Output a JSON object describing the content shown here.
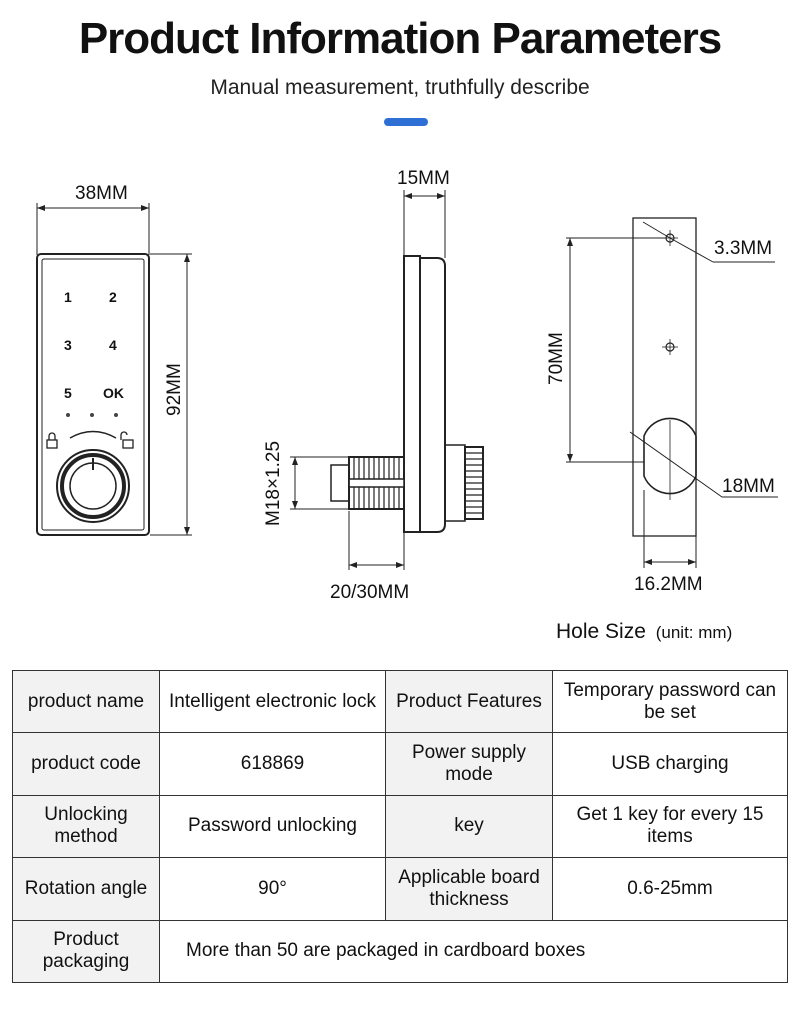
{
  "header": {
    "title": "Product Information Parameters",
    "subtitle": "Manual measurement, truthfully describe",
    "accent_color": "#2e6fd6"
  },
  "diagram": {
    "front_view": {
      "width_label": "38MM",
      "height_label": "92MM",
      "keys": [
        "1",
        "2",
        "3",
        "4",
        "5",
        "OK"
      ]
    },
    "side_view": {
      "thickness_label": "15MM",
      "thread_label": "M18×1.25",
      "cam_length_label": "20/30MM"
    },
    "hole_view": {
      "screw_hole_label": "3.3MM",
      "spacing_label": "70MM",
      "main_hole_label": "18MM",
      "flat_width_label": "16.2MM"
    },
    "hole_size_title": "Hole Size",
    "hole_size_unit": "(unit: mm)"
  },
  "spec_table": {
    "rows": [
      [
        "product name",
        "Intelligent electronic lock",
        "Product Features",
        "Temporary password can be set"
      ],
      [
        "product code",
        "618869",
        "Power supply mode",
        "USB charging"
      ],
      [
        "Unlocking method",
        "Password unlocking",
        "key",
        "Get 1 key for every 15 items"
      ],
      [
        "Rotation angle",
        "90°",
        "Applicable board thickness",
        "0.6-25mm"
      ]
    ],
    "last_row": [
      "Product packaging",
      "More than 50 are packaged in cardboard boxes"
    ]
  }
}
